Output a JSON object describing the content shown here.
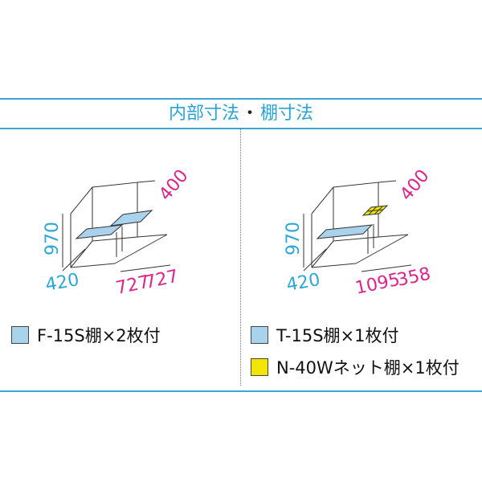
{
  "title": {
    "part1": "内部寸法",
    "sep": "・",
    "part2": "棚寸法"
  },
  "left": {
    "dims": {
      "height": "970",
      "depth": "420",
      "shelf_depth": "400",
      "width1": "727",
      "width2": "727"
    },
    "legend": [
      {
        "label": "F-15S棚×2枚付",
        "color": "#a9d3ec"
      }
    ]
  },
  "right": {
    "dims": {
      "height": "970",
      "depth": "420",
      "shelf_depth": "400",
      "width1": "1095",
      "width2": "358"
    },
    "legend": [
      {
        "label": "T-15S棚×1枚付",
        "color": "#a9d3ec"
      },
      {
        "label": "N-40Wネット棚×1枚付",
        "color": "#f2e600"
      }
    ]
  },
  "colors": {
    "accent": "#3aa7cf",
    "dim_blue": "#2aa8d8",
    "dim_pink": "#e0238a",
    "shelf": "#a9d3ec",
    "net": "#f2e600"
  }
}
